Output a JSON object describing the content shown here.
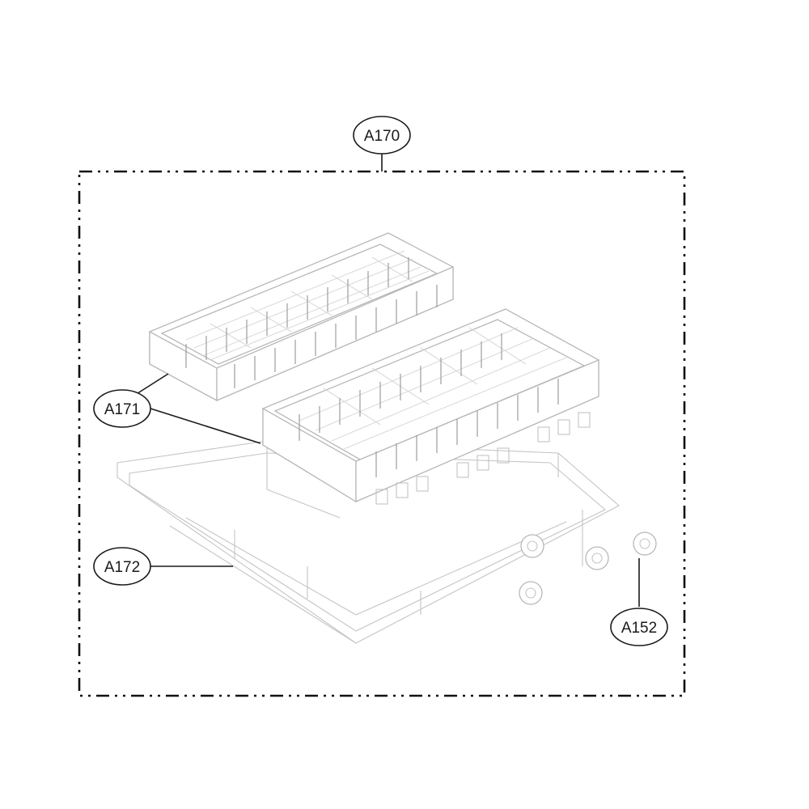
{
  "diagram": {
    "callouts": {
      "assembly": {
        "label": "A170"
      },
      "basket": {
        "label": "A171"
      },
      "frame": {
        "label": "A172"
      },
      "roller": {
        "label": "A152"
      }
    },
    "colors": {
      "ink": "#1a1a1a",
      "part_outline": "#b8b8b8",
      "background": "#ffffff"
    }
  }
}
